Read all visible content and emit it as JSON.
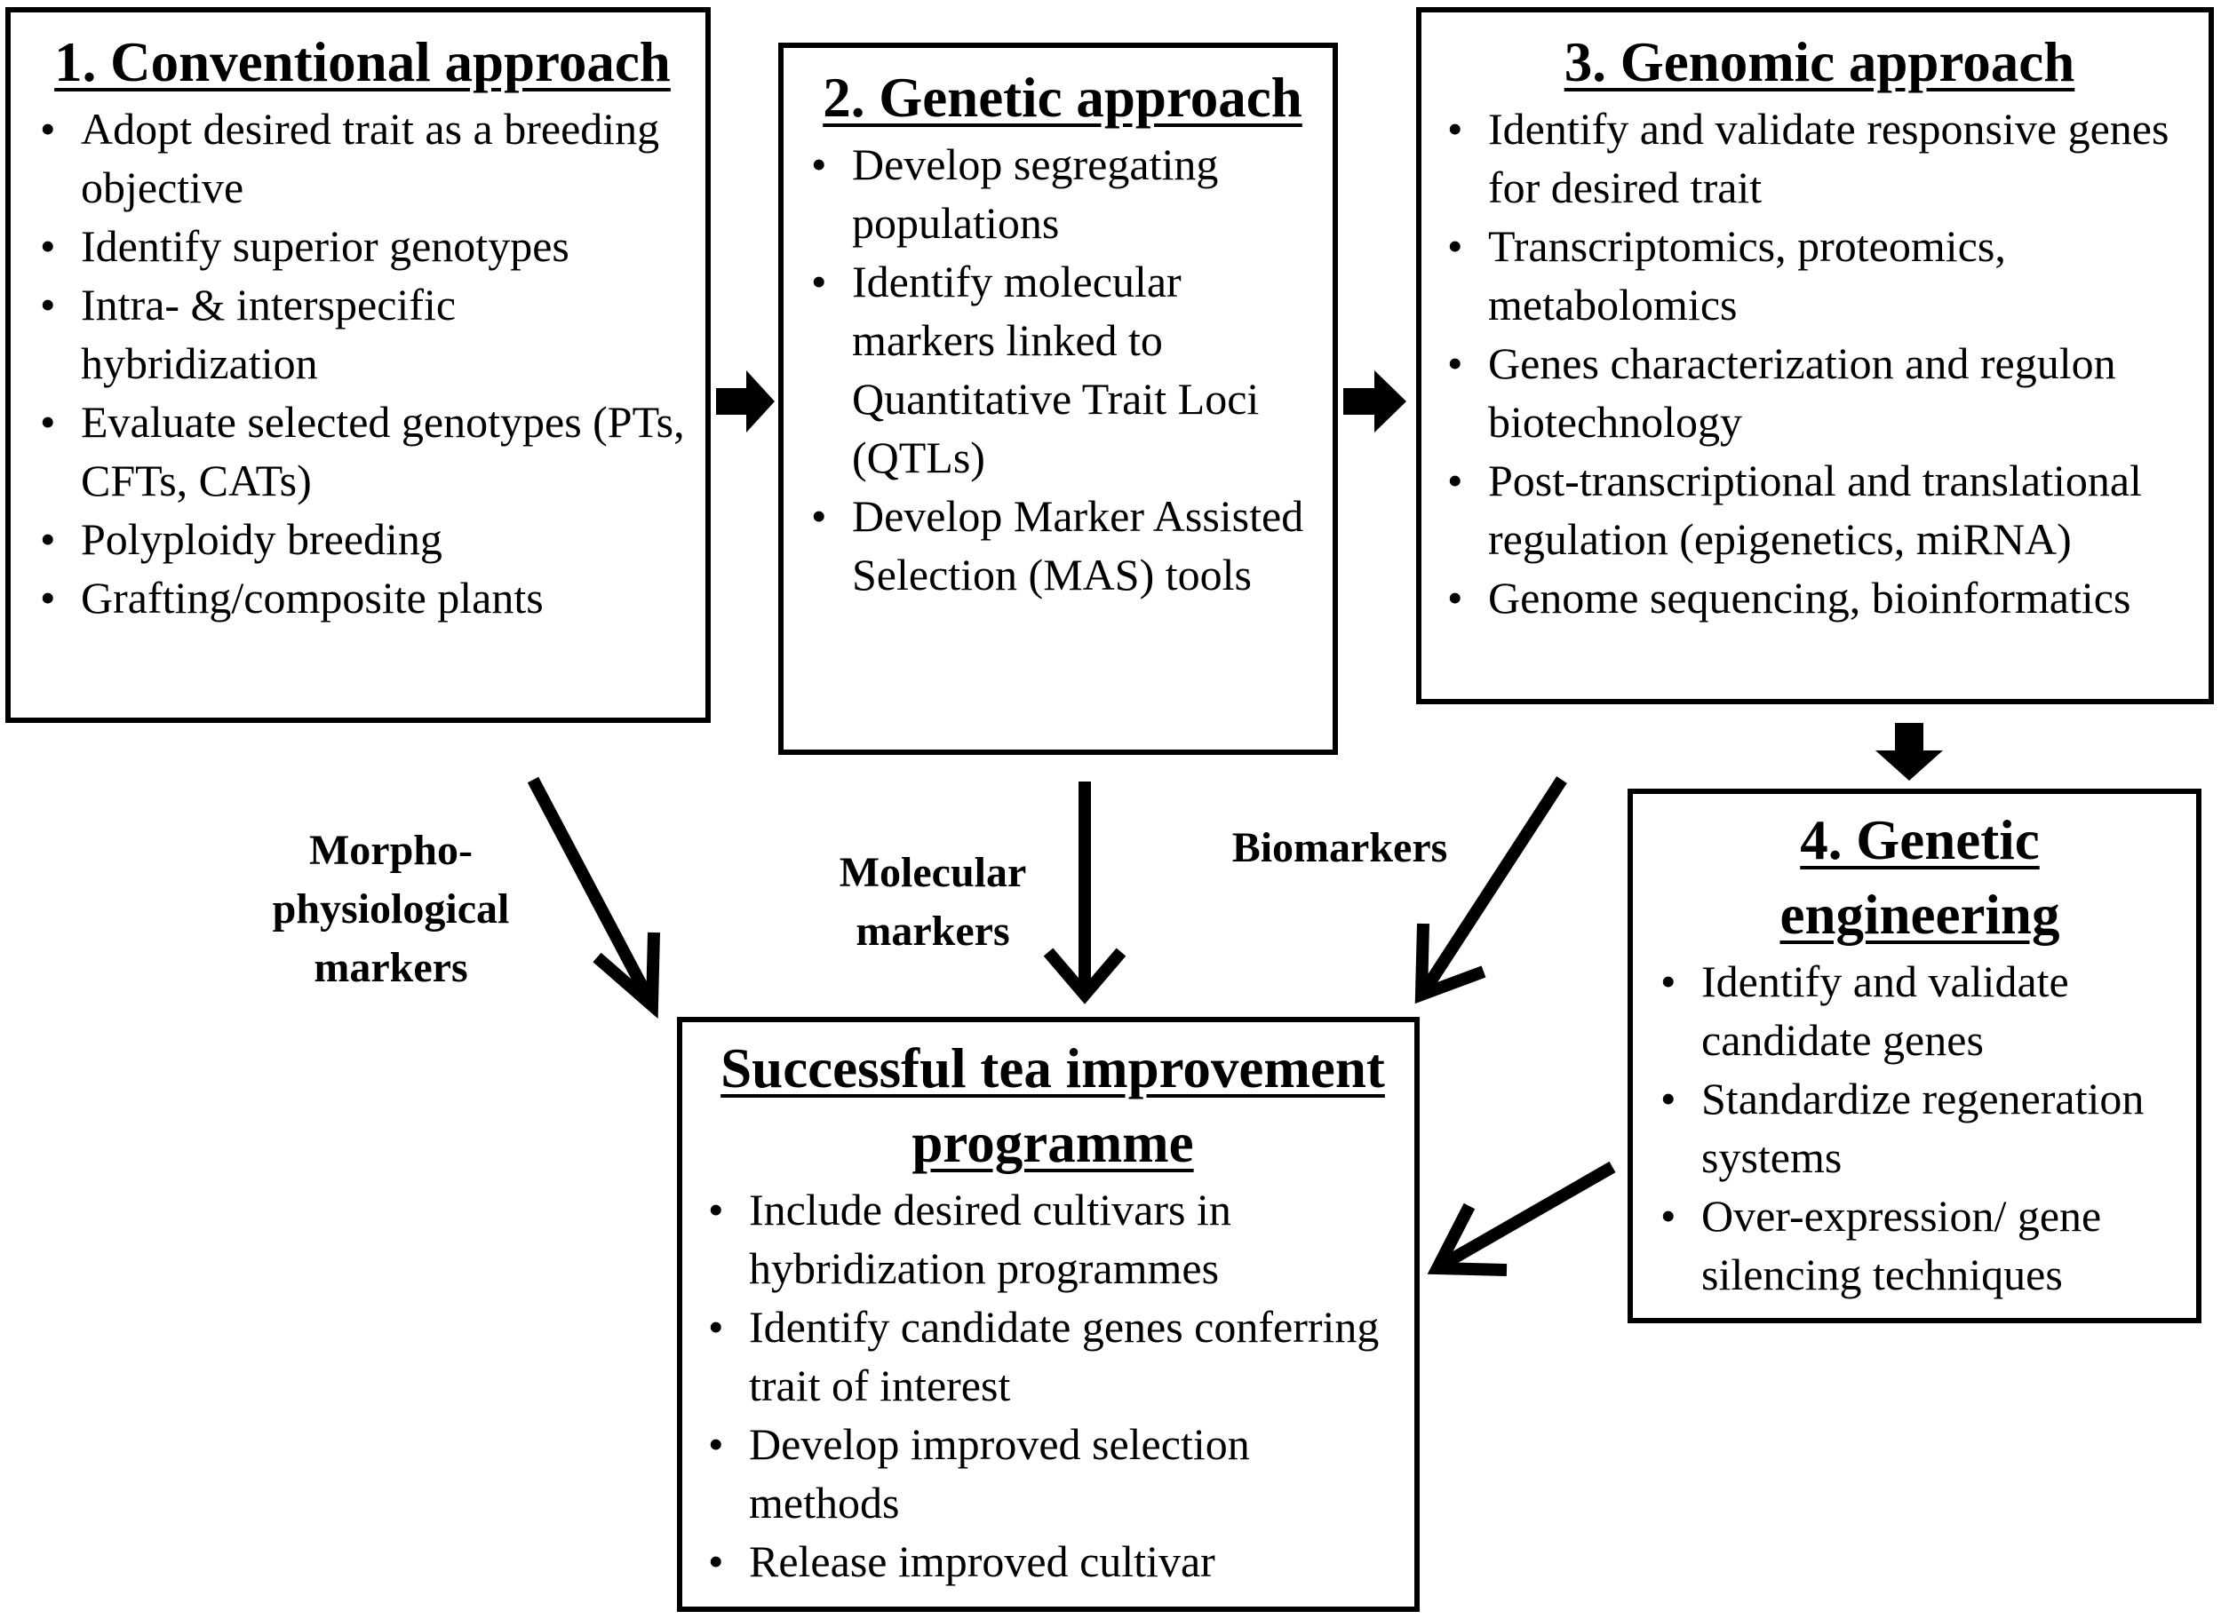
{
  "boxes": {
    "conventional": {
      "title": "1. Conventional approach",
      "items": [
        "Adopt desired trait as a breeding objective",
        "Identify superior genotypes",
        "Intra- & interspecific hybridization",
        "Evaluate selected genotypes (PTs, CFTs, CATs)",
        "Polyploidy breeding",
        "Grafting/composite plants"
      ]
    },
    "genetic": {
      "title": "2. Genetic approach",
      "items": [
        "Develop segregating populations",
        "Identify molecular markers linked to Quantitative Trait Loci (QTLs)",
        "Develop Marker Assisted Selection (MAS) tools"
      ]
    },
    "genomic": {
      "title": "3. Genomic approach",
      "items": [
        "Identify and validate responsive genes for desired trait",
        "Transcriptomics, proteomics, metabolomics",
        "Genes characterization and regulon biotechnology",
        "Post-transcriptional and translational regulation (epigenetics, miRNA)",
        "Genome sequencing, bioinformatics"
      ]
    },
    "engineering": {
      "title": "4. Genetic engineering",
      "items": [
        "Identify and validate candidate genes",
        "Standardize regeneration systems",
        "Over-expression/ gene silencing techniques"
      ]
    },
    "outcome": {
      "title": "Successful tea improvement programme",
      "items": [
        "Include desired cultivars in hybridization programmes",
        "Identify candidate genes conferring trait of interest",
        "Develop improved selection methods",
        "Release improved cultivar"
      ]
    }
  },
  "arrow_labels": {
    "morpho": "Morpho-physiological markers",
    "molecular": "Molecular markers",
    "bio": "Biomarkers"
  },
  "colors": {
    "stroke": "#000000",
    "background": "#ffffff"
  }
}
